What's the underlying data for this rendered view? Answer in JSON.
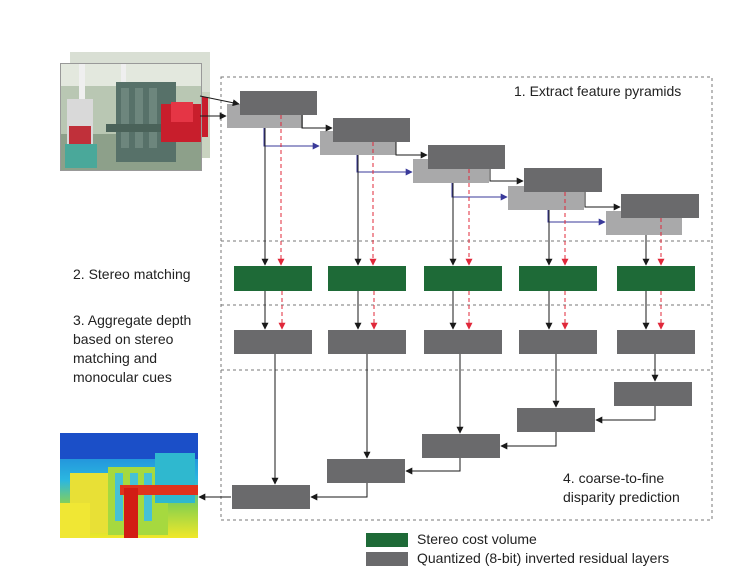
{
  "stages": {
    "extract": "1. Extract feature pyramids",
    "stereo": "2. Stereo matching",
    "aggregate": [
      "3. Aggregate depth",
      "based on stereo",
      "matching and",
      "monocular cues"
    ],
    "coarse": [
      "4. coarse-to-fine",
      "disparity prediction"
    ]
  },
  "legend": {
    "cost_volume": "Stereo cost volume",
    "residual": "Quantized (8-bit) inverted residual layers"
  },
  "colors": {
    "cost_volume": "#1e6a37",
    "residual_dark": "#6a6a6c",
    "residual_light": "#a9a9aa",
    "arrow_black": "#1a1a1a",
    "arrow_red": "#e0283a",
    "arrow_blue": "#3a3a9a"
  },
  "images": {
    "input": "stereo-input-photo-pair",
    "output": "disparity-map-output"
  }
}
